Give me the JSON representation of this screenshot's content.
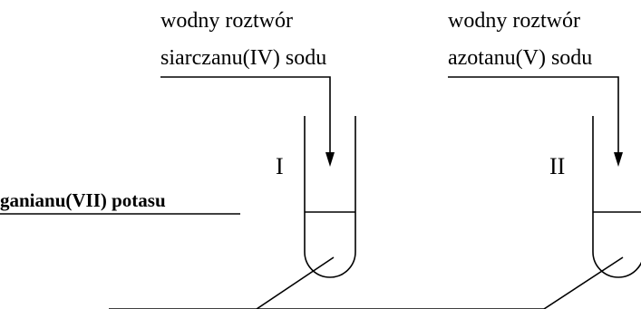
{
  "reagent_left": {
    "line1": "wodny roztwór",
    "line2": "siarczanu(IV) sodu"
  },
  "reagent_right": {
    "line1": "wodny roztwór",
    "line2": "azotanu(V) sodu"
  },
  "tube_labels": {
    "left": "I",
    "right": "II"
  },
  "tube_contents_label": "ganianu(VII) potasu",
  "colors": {
    "ink": "#000000",
    "background": "#ffffff"
  }
}
